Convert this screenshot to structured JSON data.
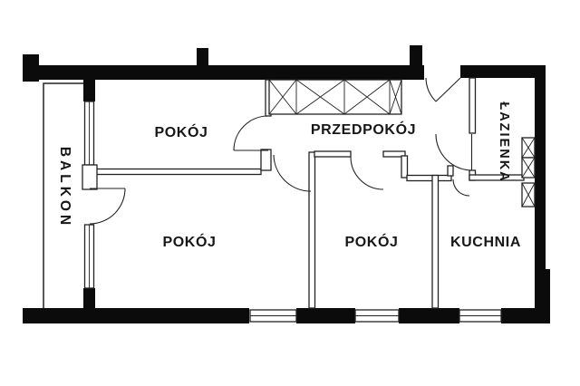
{
  "rooms": {
    "pokoj_top": "POKÓJ",
    "przedpokoj": "PRZEDPOKÓJ",
    "lazienka": "ŁAZIENKA",
    "pokoj_left": "POKÓJ",
    "pokoj_middle": "POKÓJ",
    "kuchnia": "KUCHNIA",
    "balkon": "BALKON"
  },
  "colors": {
    "wall": "#0b0b0b",
    "line": "#222222",
    "text": "#171717",
    "bg": "#ffffff"
  }
}
